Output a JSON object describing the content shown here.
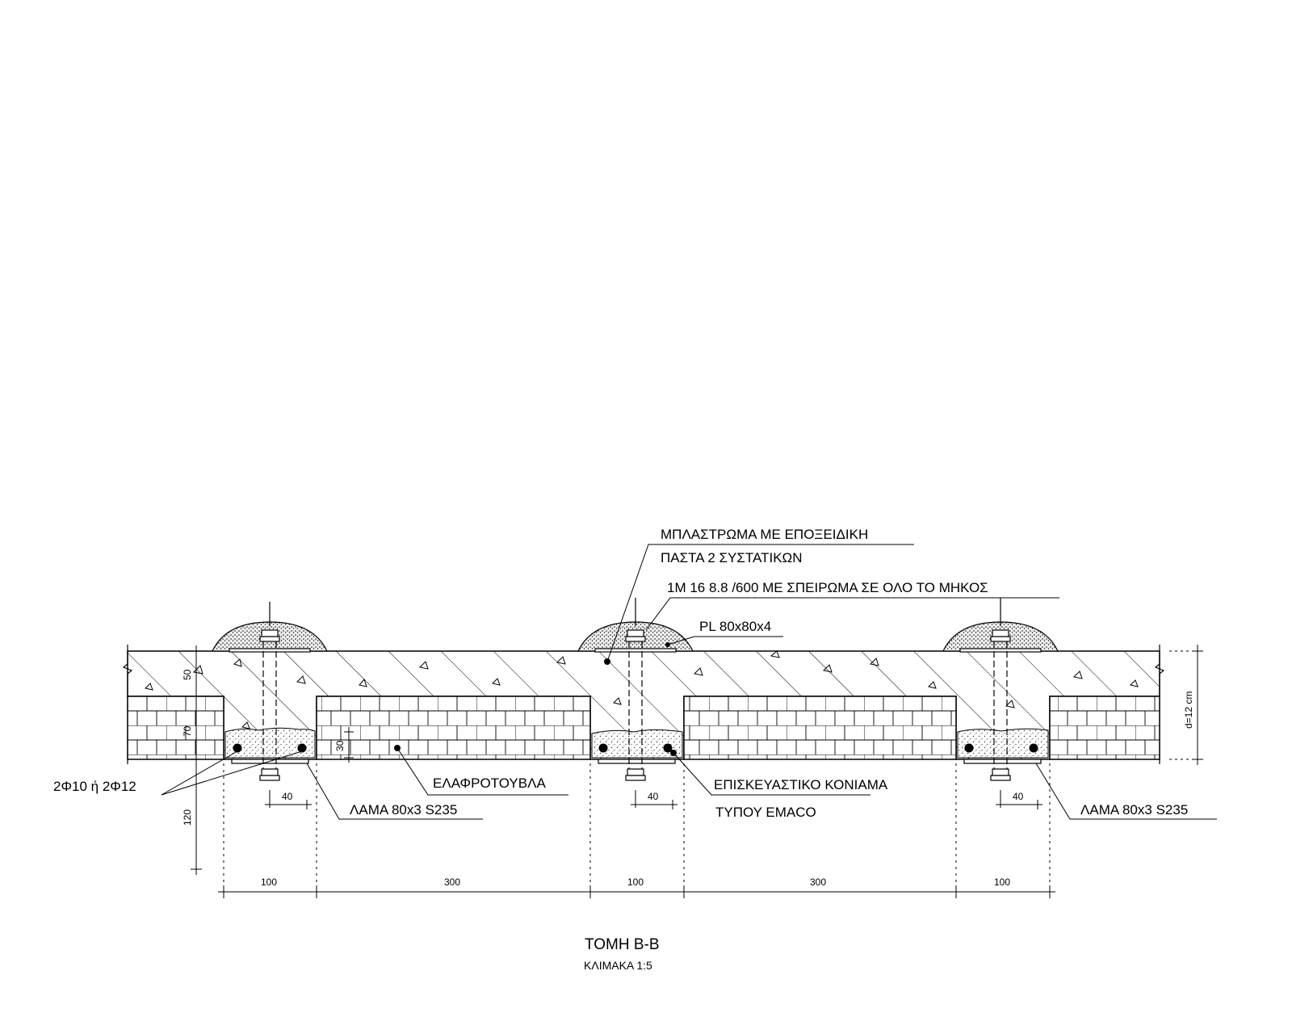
{
  "labels": {
    "epoxy_line1": "ΜΠΛΑΣΤΡΩΜΑ ΜΕ ΕΠΟΞΕΙΔΙΚΗ",
    "epoxy_line2": "ΠΑΣΤΑ 2 ΣΥΣΤΑΤΙΚΩΝ",
    "bolt": "1M 16 8.8 /600 ΜΕ ΣΠΕΙΡΩΜΑ ΣΕ ΟΛΟ ΤΟ ΜΗΚΟΣ",
    "plate": "PL 80x80x4",
    "rebar": "2Φ10 ή 2Φ12",
    "brick": "ΕΛΑΦΡΟΤΟΥΒΛΑ",
    "mortar_line1": "ΕΠΙΣΚΕΥΑΣΤΙΚΟ ΚΟΝΙΑΜΑ",
    "mortar_line2": "ΤΥΠΟΥ EMACO",
    "lama_left": "ΛΑΜΑ 80x3 S235",
    "lama_right": "ΛΑΜΑ 80x3 S235"
  },
  "dimensions": {
    "slab_top": "50",
    "rib_depth": "70",
    "mortar_depth": "30",
    "below": "120",
    "thickness": "d=12 cm",
    "plate_offset_1": "40",
    "plate_offset_2": "40",
    "plate_offset_3": "40",
    "bottom": [
      "100",
      "300",
      "100",
      "300",
      "100"
    ]
  },
  "title": {
    "main": "ΤΟΜΗ Β-Β",
    "scale": "ΚΛΙΜΑΚΑ 1:5"
  }
}
